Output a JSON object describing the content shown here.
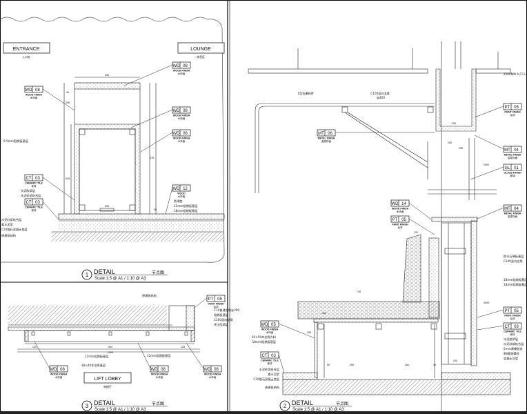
{
  "titles": {
    "detail1": {
      "number": "1",
      "title": "DETAIL",
      "cn": "节点图",
      "scale": "Scale 1:5 @ A1 / 1:10 @ A3"
    },
    "detail2": {
      "number": "2",
      "title": "DETAIL",
      "cn": "节点图",
      "scale": "Scale 1:5 @ A1 / 1:10 @ A3"
    },
    "detail3": {
      "number": "3",
      "title": "DETAIL",
      "cn": "节点图",
      "scale": "Scale 1:5 @ A1 / 1:10 @ A3"
    }
  },
  "rooms": [
    {
      "en": "ENTRANCE",
      "cn": "入口处"
    },
    {
      "en": "LOUNGE",
      "cn": "休息区"
    },
    {
      "en": "LIFT LOBBY",
      "cn": "电梯厅"
    }
  ],
  "detail1": {
    "tags": [
      {
        "code": "WD",
        "num": "08",
        "sub": "WOOD FINISH",
        "cn": "木饰面"
      },
      {
        "code": "WD",
        "num": "08",
        "sub": "WOOD FINISH",
        "cn": "木饰面"
      },
      {
        "code": "WD",
        "num": "08",
        "sub": "WOOD FINISH",
        "cn": "木饰面"
      },
      {
        "code": "WD",
        "num": "08",
        "sub": "WOOD FINISH",
        "cn": "木饰面"
      },
      {
        "code": "CT",
        "num": "03",
        "sub": "CERAMIC TILE",
        "cn": "瓷砖"
      },
      {
        "code": "CT",
        "num": "03",
        "sub": "CERAMIC TILE",
        "cn": "瓷砖"
      },
      {
        "code": "WD",
        "num": "12",
        "sub": "WOOD",
        "cn": "木饰面"
      }
    ],
    "notes": [
      "9.5mm阻燃板基层",
      "水泥胶浆层",
      "水泥砂浆结合层",
      "水泥砂浆结合层",
      "素水泥浆",
      "C20细石混凝土垫层",
      "原建筑结构",
      "防潮垫",
      "12mm阻燃板基层",
      "18mm阻燃板基层"
    ],
    "dims": [
      "450",
      "40",
      "295",
      "645",
      "575",
      "800",
      "30"
    ]
  },
  "detail3": {
    "tags": [
      {
        "code": "PT",
        "num": "05",
        "sub": "PAINT FINISH",
        "cn": "油漆"
      },
      {
        "code": "WD",
        "num": "08",
        "sub": "WOOD FINISH",
        "cn": "木饰面"
      },
      {
        "code": "WD",
        "num": "08",
        "sub": "WOOD FINISH",
        "cn": "木饰面"
      },
      {
        "code": "WD",
        "num": "08",
        "sub": "WOOD FINISH",
        "cn": "木饰面"
      }
    ],
    "notes": [
      "原建筑结构",
      "C10普通龙骨@200",
      "阻燃板基层",
      "C100竖向龙骨",
      "关注阻燃层",
      "12mm阻燃板基层",
      "12mm阻燃板基层",
      "30×40木龙骨基层"
    ],
    "dims": [
      "125",
      "900",
      "1500",
      "125"
    ]
  },
  "detail2": {
    "tags": [
      {
        "code": "PT",
        "num": "05",
        "sub": "PAINT FINISH",
        "cn": "油漆"
      },
      {
        "code": "MT",
        "num": "04",
        "sub": "METAL FINISH",
        "cn": "金属饰面"
      },
      {
        "code": "GL",
        "num": "01",
        "sub": "GLASS FINISH",
        "cn": "玻璃"
      },
      {
        "code": "MT",
        "num": "04",
        "sub": "METAL FINISH",
        "cn": "金属饰面"
      },
      {
        "code": "MT",
        "num": "06",
        "sub": "METAL FINISH",
        "cn": "金属饰面"
      },
      {
        "code": "WD",
        "num": "14",
        "sub": "WOOD FINISH",
        "cn": "木饰面"
      },
      {
        "code": "PT",
        "num": "05",
        "sub": "PAINT FINISH",
        "cn": "油漆"
      },
      {
        "code": "PT",
        "num": "05",
        "sub": "PAINT FINISH",
        "cn": "油漆"
      },
      {
        "code": "CT",
        "num": "03",
        "sub": "CERAMIC TILE",
        "cn": "瓷砖"
      },
      {
        "code": "WD",
        "num": "05",
        "sub": "WOOD FINISH",
        "cn": "木饰面"
      },
      {
        "code": "CT",
        "num": "03",
        "sub": "CERAMIC TILE",
        "cn": "瓷砖"
      }
    ],
    "notes": [
      "1型金属构件",
      "C100竖向龙骨",
      "@400",
      "2500MM A.F.F.L.",
      "防水石膏板基层",
      "C100竖向龙骨",
      "18mm阻燃板基层",
      "18mm阻燃板基层",
      "水泥胶浆层",
      "水泥砂浆结合层",
      "5mm厚橡胶垫",
      "Φ8膨胀螺栓",
      "混凝土导墙",
      "50×50木龙骨方料",
      "18mm阻燃板基层",
      "水泥砂浆结合层",
      "素水泥浆",
      "C20细石混凝土垫层",
      "原建筑结构"
    ],
    "dims": [
      "200",
      "250",
      "200",
      "730",
      "120",
      "150",
      "350",
      "50",
      "281",
      "30",
      "200",
      "2500",
      "3000",
      "100"
    ]
  }
}
